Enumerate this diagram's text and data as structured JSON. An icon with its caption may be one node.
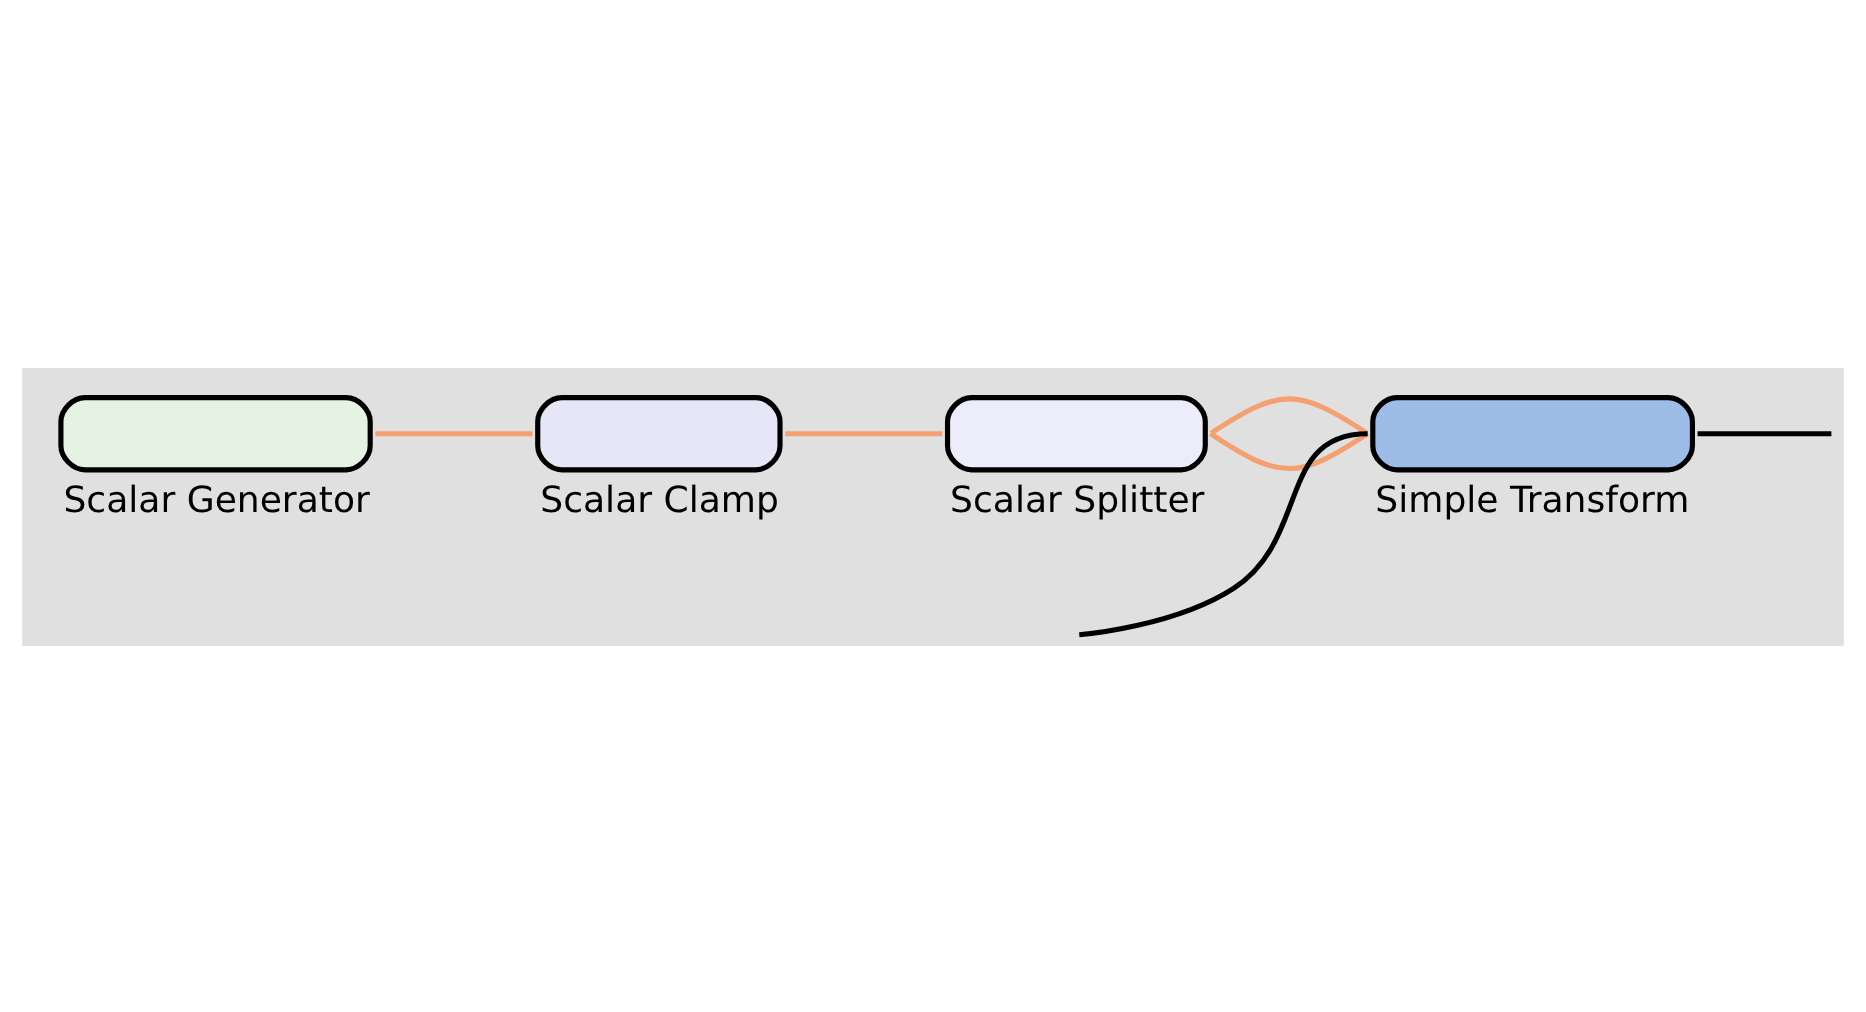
{
  "diagram": {
    "nodes": [
      {
        "text": [
          "Scalar Generator"
        ]
      },
      {
        "text": [
          "Scalar Clamp"
        ]
      },
      {
        "text": [
          "Scalar Splitter"
        ]
      },
      {
        "text": [
          "Simple Transform"
        ]
      }
    ],
    "edges": [
      {
        "from": 0,
        "to": 1,
        "arrow": "none"
      },
      {
        "from": 1,
        "to": 2,
        "arrow": "none"
      },
      {
        "from": 2,
        "to": 3,
        "arrow": "none"
      },
      {
        "from": 2,
        "to": 3,
        "arrow": "none"
      },
      {
        "from": null,
        "to": 3,
        "arrow": "none",
        "color": "#000000"
      },
      {
        "from": 3,
        "to": null,
        "arrow": "none",
        "color": "#000000"
      }
    ]
  }
}
